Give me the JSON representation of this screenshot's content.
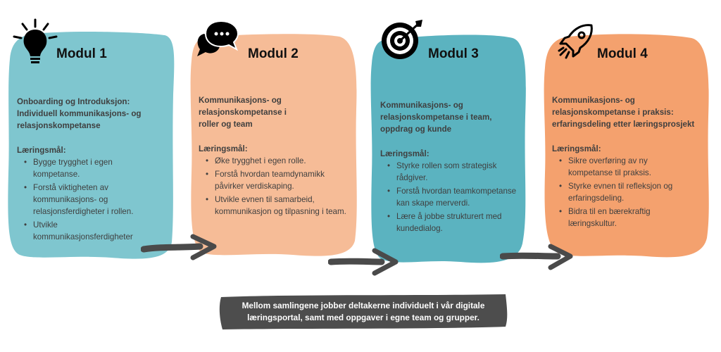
{
  "modules": [
    {
      "title": "Modul 1",
      "icon": "lightbulb-icon",
      "color": "#7fc6cf",
      "subtitle": "Onboarding og Introduksjon: Individuell kommunikasjons- og relasjonskompetanse",
      "goals_title": "Læringsmål:",
      "goals": [
        "Bygge trygghet i egen kompetanse.",
        "Forstå viktigheten av kommunikasjons- og relasjonsferdigheter i rollen.",
        "Utvikle kommunikasjonsferdigheter"
      ]
    },
    {
      "title": "Modul 2",
      "icon": "chat-bubbles-icon",
      "color": "#f6bc97",
      "subtitle": "Kommunikasjons- og relasjonskompetanse i roller og team",
      "goals_title": "Læringsmål:",
      "goals": [
        "Øke trygghet i egen rolle.",
        "Forstå hvordan teamdynamikk påvirker verdiskaping.",
        "Utvikle evnen til samarbeid, kommunikasjon og tilpasning i team."
      ]
    },
    {
      "title": "Modul 3",
      "icon": "target-icon",
      "color": "#5bb3c0",
      "subtitle": "Kommunikasjons- og relasjonskompetanse i team, oppdrag og kunde",
      "goals_title": "Læringsmål:",
      "goals": [
        "Styrke rollen som strategisk rådgiver.",
        "Forstå hvordan teamkompetanse kan skape merverdi.",
        "Lære å jobbe strukturert med kundedialog."
      ]
    },
    {
      "title": "Modul 4",
      "icon": "rocket-icon",
      "color": "#f4a16e",
      "subtitle": "Kommunikasjons- og relasjonskompetanse i praksis: erfaringsdeling etter læringsprosjekt",
      "goals_title": "Læringsmål:",
      "goals": [
        "Sikre overføring av ny kompetanse til praksis.",
        "Styrke evnen til refleksjon og erfaringsdeling.",
        "Bidra til en bærekraftig læringskultur."
      ]
    }
  ],
  "footer": {
    "text": "Mellom samlingene jobber deltakerne individuelt i vår digitale læringsportal, samt med oppgaver i egne team og grupper.",
    "color": "#4d4d4d"
  },
  "arrow_color": "#4a4a4a"
}
